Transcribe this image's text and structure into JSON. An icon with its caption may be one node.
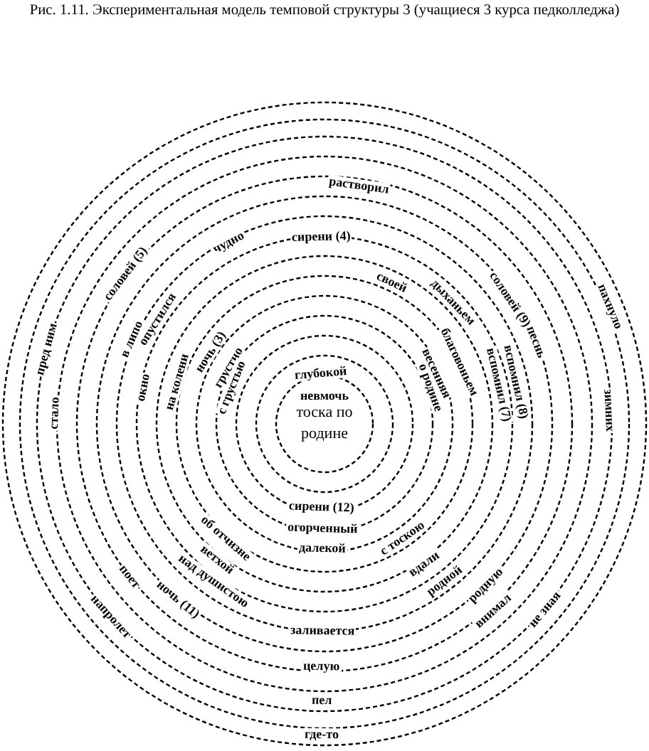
{
  "diagram": {
    "title": "Рис. 1.11. Экспериментальная модель темповой структуры 3 (учащиеся 3 курса педколледжа)",
    "nodes": [
      {
        "text": [
          "тоска по родине"
        ]
      }
    ],
    "labels": [
      "растворил",
      "чудно",
      "сирени (4)",
      "соловей (5)",
      "своей",
      "дыханьем",
      "соловей (9)",
      "пахнуло",
      "пред ним",
      "в липо",
      "опустился",
      "ночь (3)",
      "песнь",
      "окно",
      "на колени",
      "грустно",
      "с грустью",
      "глубокой",
      "невмочь",
      "о родине",
      "весенняя",
      "благовоньем",
      "вспомнил (7)",
      "вспомнил (8)",
      "стало",
      "зимних",
      "сирени (12)",
      "огорченный",
      "ветхой",
      "об отчизне",
      "далекой",
      "с тоскою",
      "вдали",
      "напролет",
      "поет",
      "ночь (11)",
      "над душистою",
      "родной",
      "родную",
      "внимал",
      "не зная",
      "заливается",
      "целую",
      "пел",
      "где-то"
    ]
  }
}
